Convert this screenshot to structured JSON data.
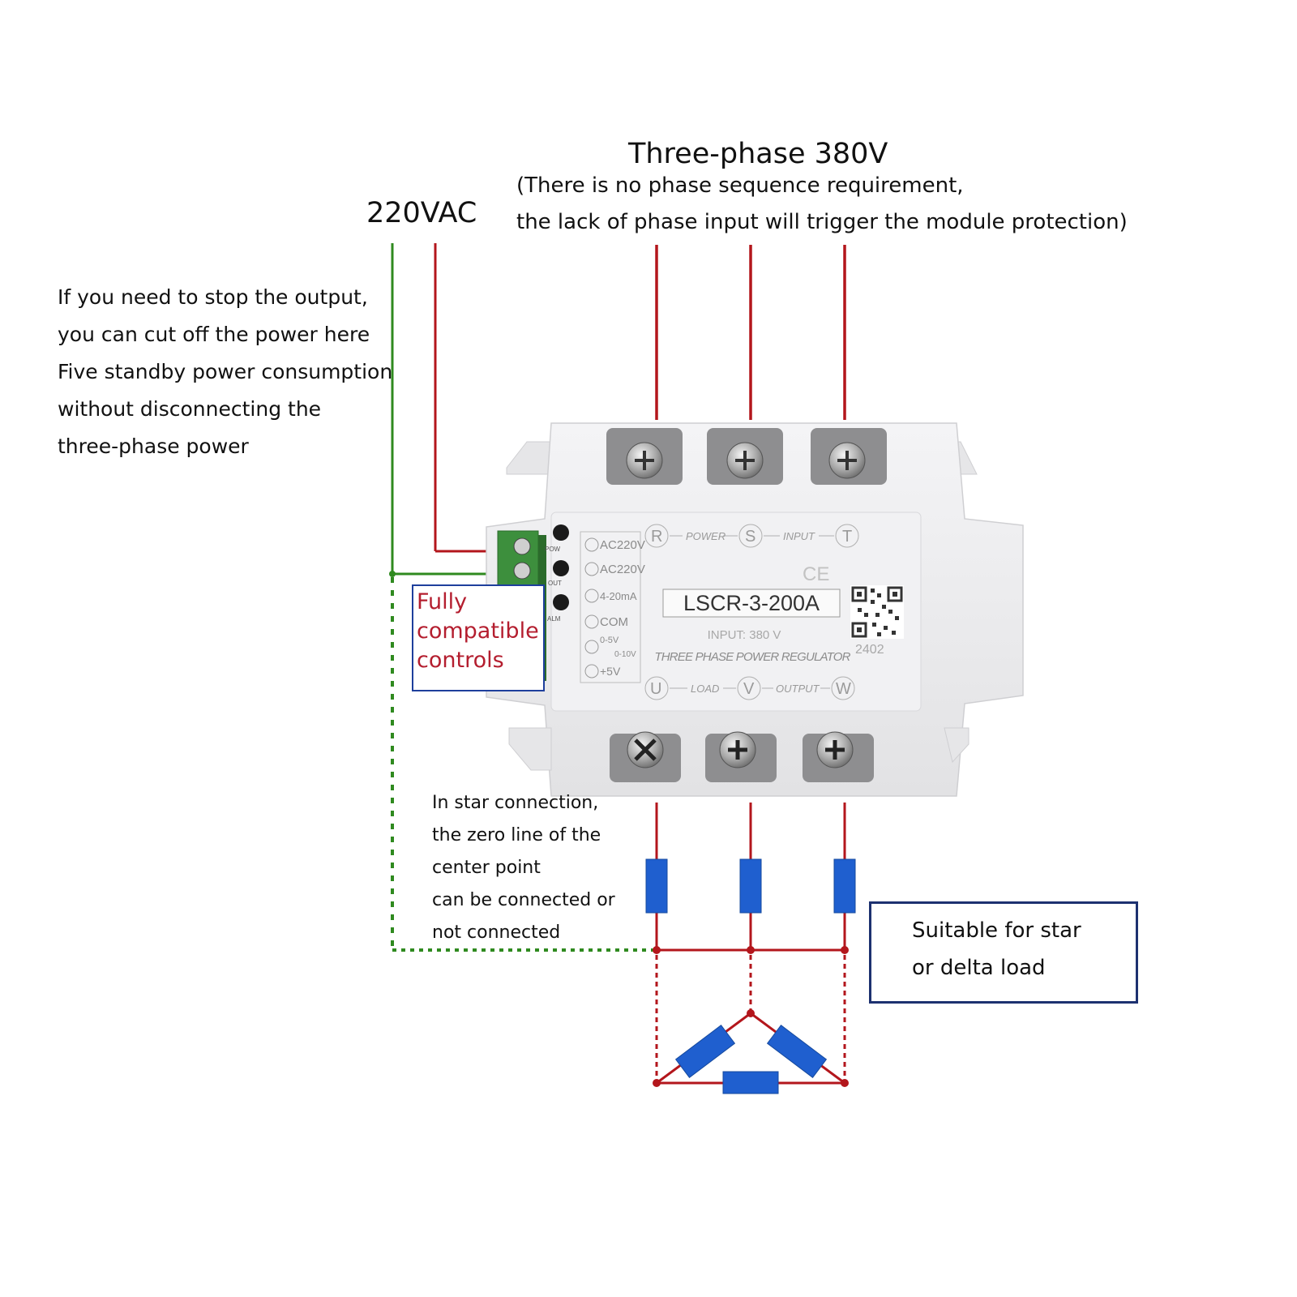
{
  "header": {
    "title": "Three-phase 380V",
    "subtitle_line1": "(There is no phase sequence requirement,",
    "subtitle_line2": "the lack of phase input will trigger the module protection)"
  },
  "supply_label": "220VAC",
  "left_note": [
    "If you need to stop the output,",
    "you can cut off the power here",
    "Five standby power consumption",
    "without disconnecting the",
    "three-phase power"
  ],
  "compat_note": [
    "Fully",
    "compatible",
    "controls"
  ],
  "star_note": [
    "In star connection,",
    "the zero line of the",
    " center point",
    "can be connected or",
    " not connected"
  ],
  "load_note": [
    "Suitable for star",
    "or delta load"
  ],
  "module": {
    "model": "LSCR-3-200A",
    "input_rating": "INPUT: 380 V",
    "description": "THREE PHASE POWER REGULATOR",
    "serial": "2402",
    "cert": "CE",
    "input_terminals": [
      "R",
      "S",
      "T"
    ],
    "input_captions": [
      "POWER",
      "INPUT"
    ],
    "output_terminals": [
      "U",
      "V",
      "W"
    ],
    "output_captions": [
      "LOAD",
      "OUTPUT"
    ],
    "indicators": [
      "POW",
      "OUT",
      "ALM"
    ],
    "control_terminals": [
      "AC220V",
      "AC220V",
      "4-20mA",
      "COM",
      "0-5V",
      "0-10V",
      "+5V"
    ],
    "colors": {
      "housing": "#ececee",
      "terminal_block": "#3d8f3d",
      "wire_phase": "#b3161c",
      "wire_neutral": "#2f8a1f",
      "resistor": "#1f5fcf",
      "note_red": "#b41e2f",
      "box_blue": "#1e3f9c"
    }
  }
}
